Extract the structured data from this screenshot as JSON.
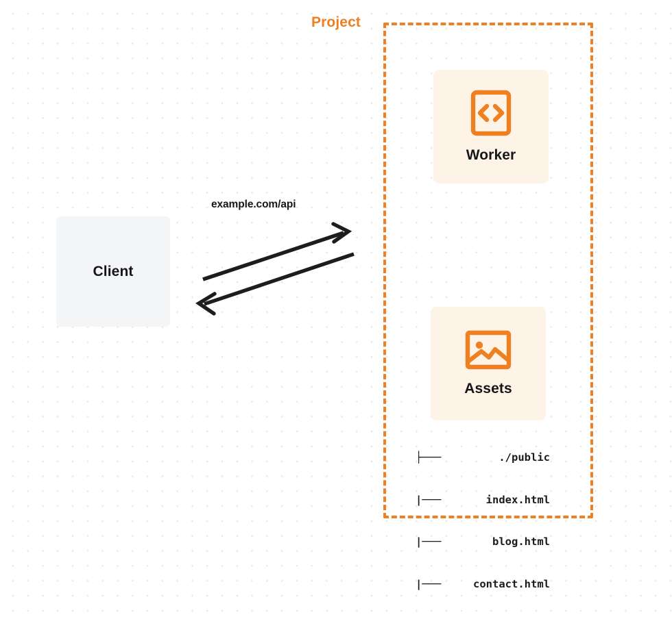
{
  "diagram": {
    "title": "Client to Project (Worker + Assets) request flow",
    "background": {
      "color": "#ffffff",
      "dot_color": "#e9e9ec"
    },
    "colors": {
      "accent_orange": "#ef8022",
      "card_fill": "#fdf3e7",
      "client_fill": "#f4f5f7",
      "text_dark": "#16161a",
      "arrow_stroke": "#1d1d1f"
    },
    "client": {
      "label": "Client"
    },
    "connection": {
      "label": "example.com/api",
      "request_direction": "client-to-project",
      "response_direction": "project-to-client"
    },
    "project": {
      "label": "Project",
      "border_style": "dashed",
      "nodes": [
        {
          "id": "worker",
          "label": "Worker",
          "icon": "code-brackets-icon"
        },
        {
          "id": "assets",
          "label": "Assets",
          "icon": "image-icon"
        }
      ],
      "file_tree": [
        {
          "branch": "├───",
          "name": "./public"
        },
        {
          "branch": "|───",
          "name": "index.html"
        },
        {
          "branch": "|───",
          "name": "blog.html"
        },
        {
          "branch": "|───",
          "name": "contact.html"
        }
      ]
    }
  }
}
